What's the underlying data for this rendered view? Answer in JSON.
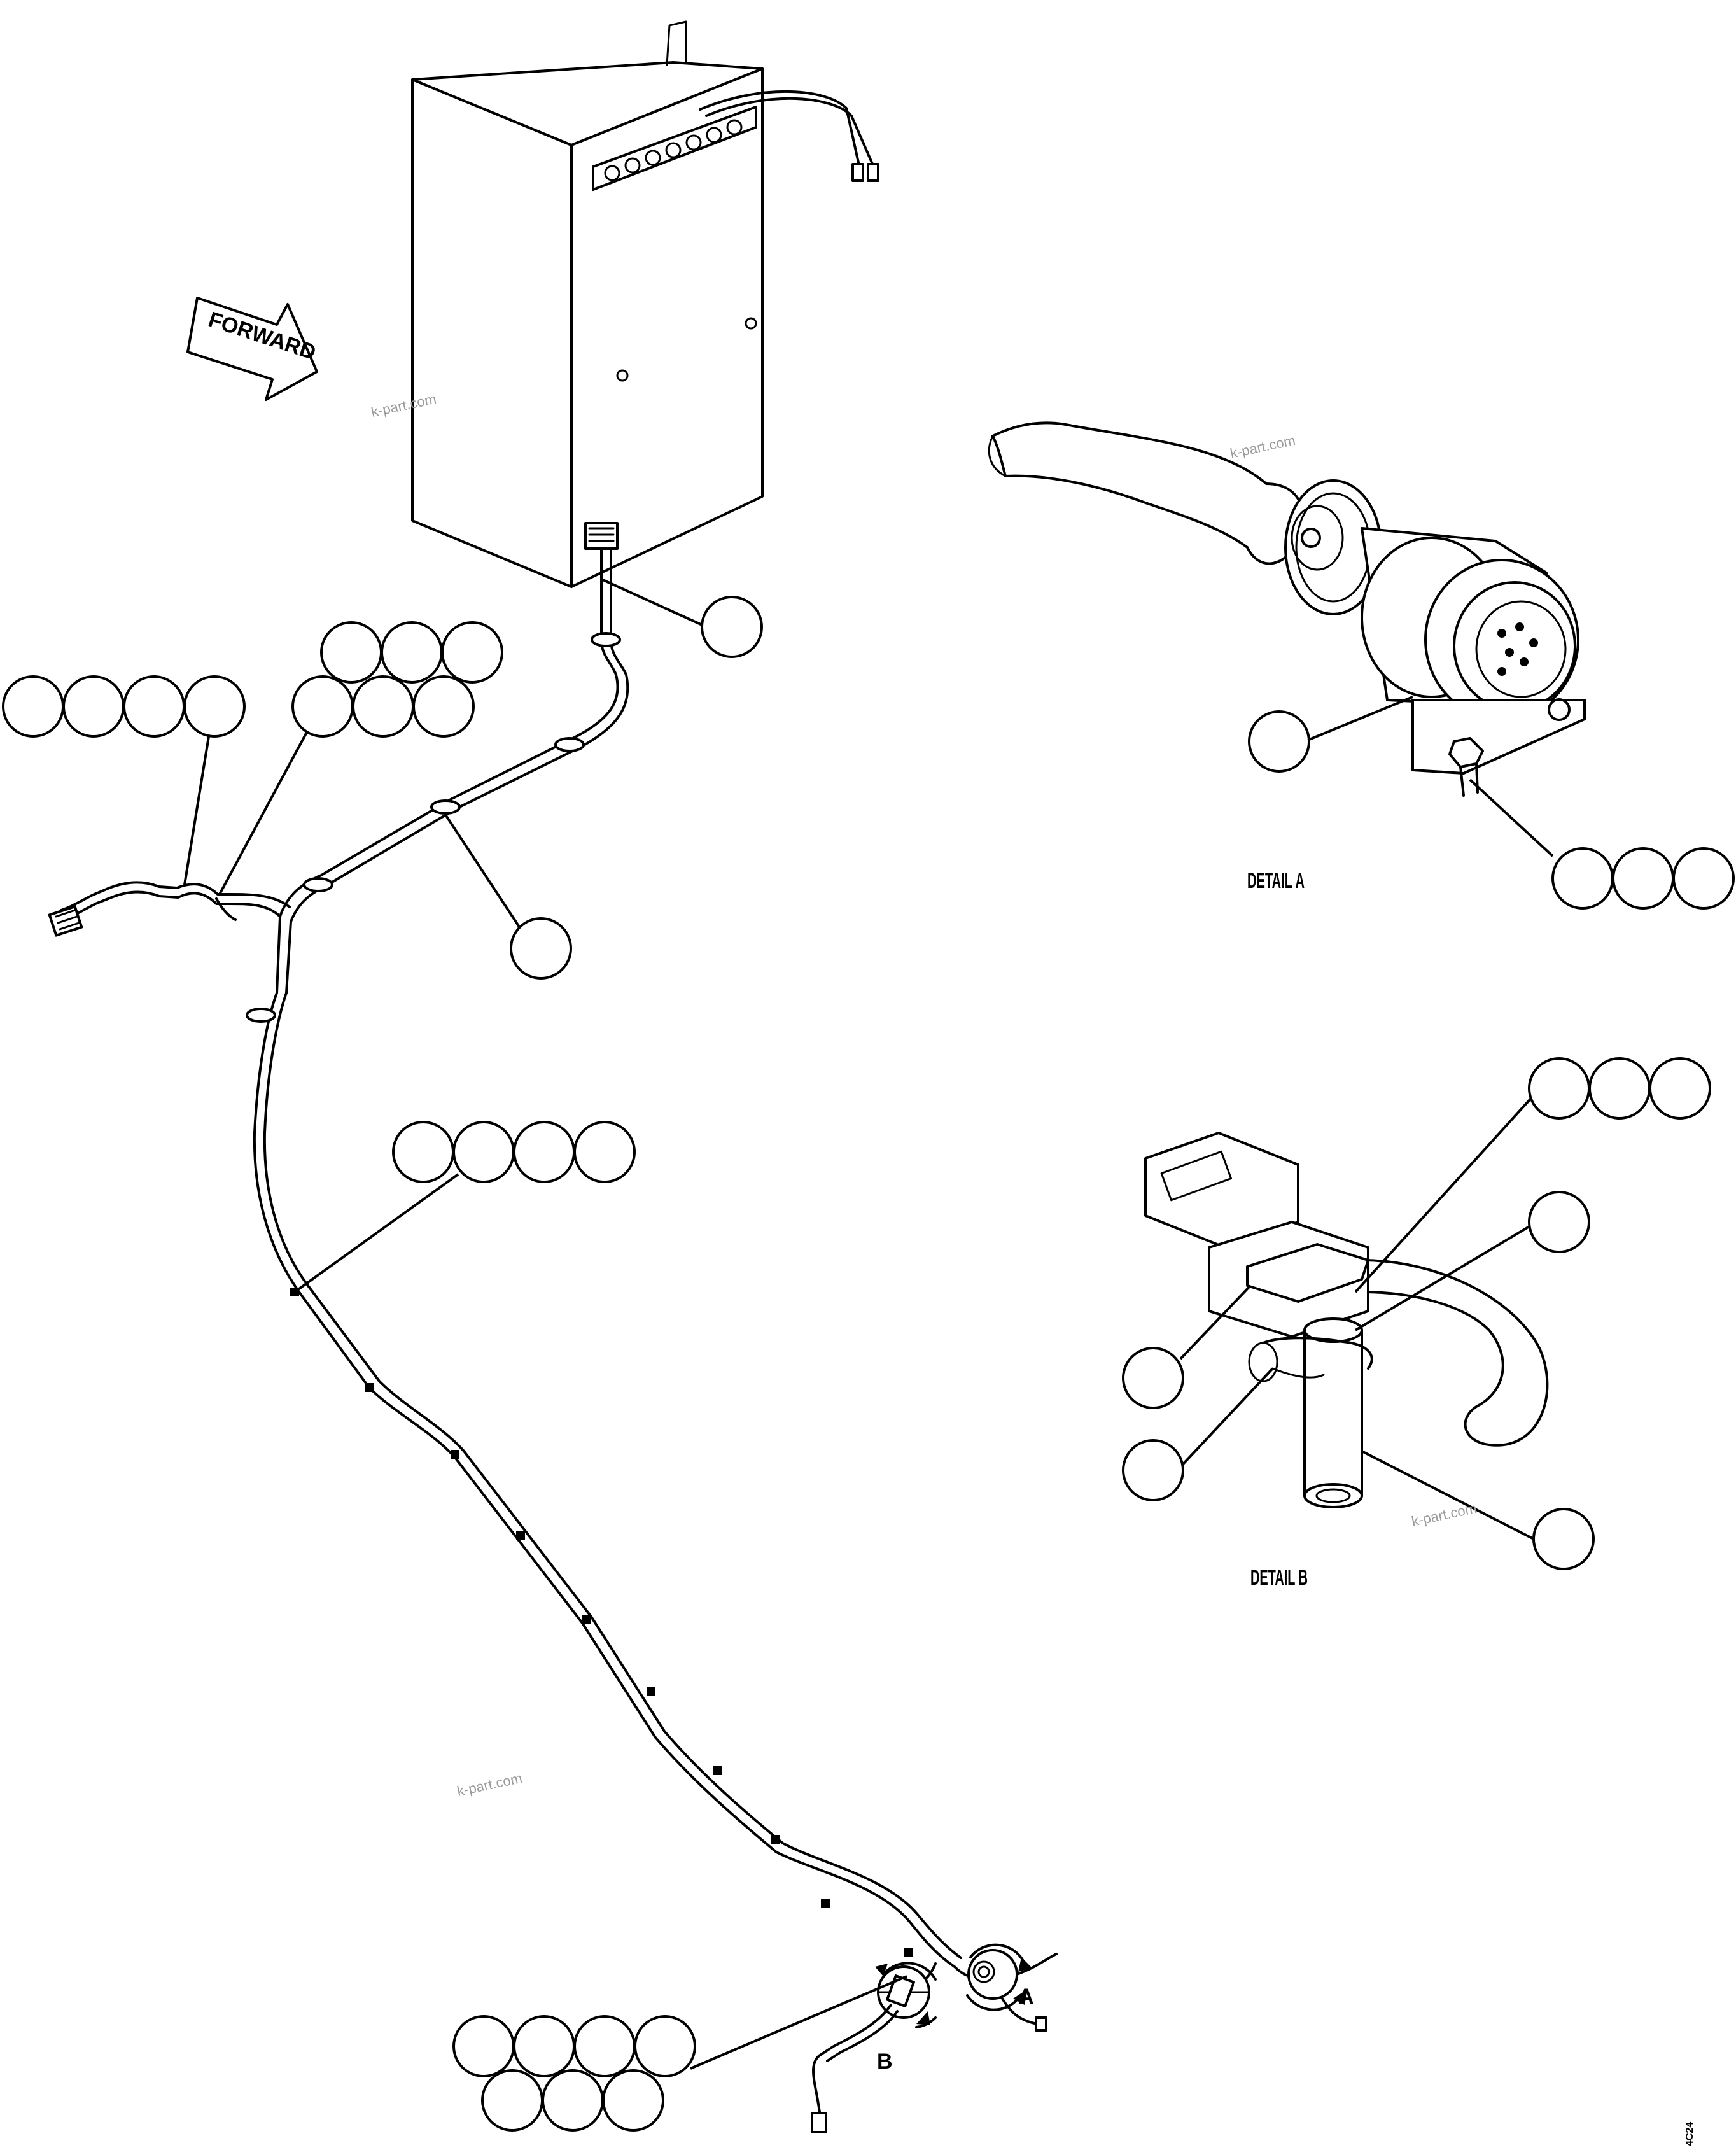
{
  "labels": {
    "forward": "FORWARD",
    "detail_a": "DETAIL A",
    "detail_b": "DETAIL B",
    "view_a": "A",
    "view_b": "B",
    "drawing_number": "4C24"
  },
  "watermarks": [
    "k-part.com",
    "k-part.com",
    "k-part.com",
    "k-part.com"
  ],
  "callout_groups": [
    {
      "name": "box-connector",
      "count": 1
    },
    {
      "name": "upper-left-4",
      "count": 4
    },
    {
      "name": "upper-mid-top-3",
      "count": 3
    },
    {
      "name": "upper-mid-bottom-3",
      "count": 3
    },
    {
      "name": "clip",
      "count": 1
    },
    {
      "name": "harness-mid-4",
      "count": 4
    },
    {
      "name": "detail-a-bracket",
      "count": 1
    },
    {
      "name": "detail-a-bolt-3",
      "count": 3
    },
    {
      "name": "detail-b-top-3",
      "count": 3
    },
    {
      "name": "detail-b-mid",
      "count": 1
    },
    {
      "name": "detail-b-left-1",
      "count": 1
    },
    {
      "name": "detail-b-left-2",
      "count": 1
    },
    {
      "name": "detail-b-tube",
      "count": 1
    },
    {
      "name": "lower-top-4",
      "count": 4
    },
    {
      "name": "lower-bottom-3",
      "count": 3
    }
  ]
}
